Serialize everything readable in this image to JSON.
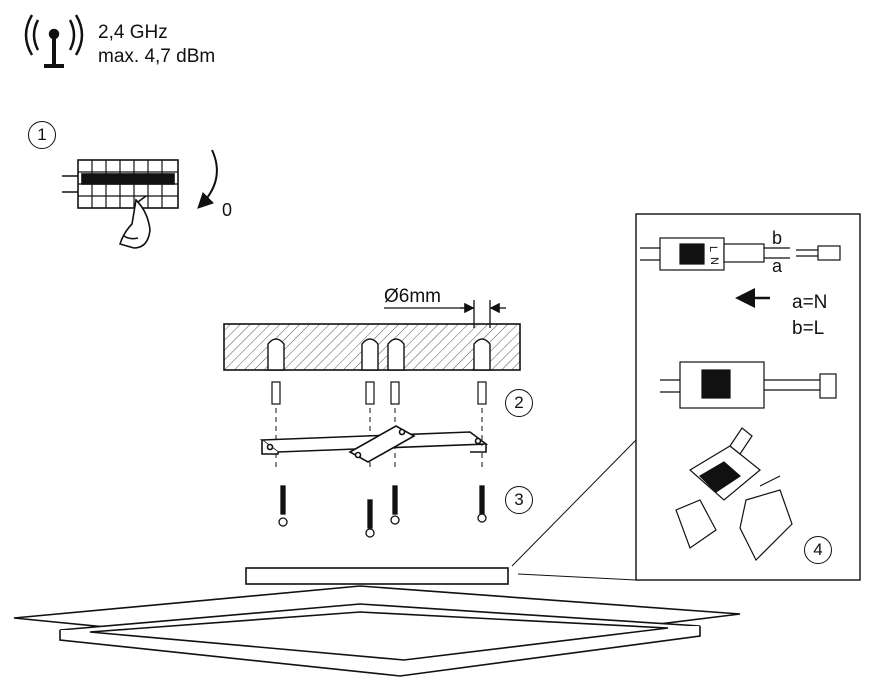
{
  "radio": {
    "frequency": "2,4 GHz",
    "power": "max. 4,7 dBm",
    "icon": "radio-antenna-icon"
  },
  "steps": {
    "step1": "1",
    "step2": "2",
    "step3": "3",
    "step4": "4"
  },
  "switch_off_label": "0",
  "drill_diameter": "Ø6mm",
  "wiring": {
    "wire_b": "b",
    "wire_a": "a",
    "legend_a": "a=N",
    "legend_b": "b=L",
    "terminal_l": "L",
    "terminal_n": "N"
  },
  "colors": {
    "line": "#111111",
    "hatch": "#555555",
    "background": "#ffffff"
  }
}
